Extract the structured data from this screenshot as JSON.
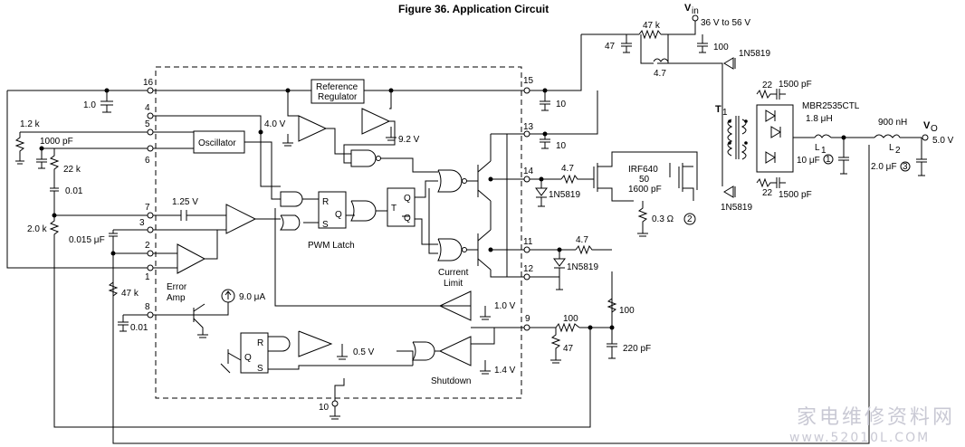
{
  "title": "Figure 36. Application Circuit",
  "ic": {
    "blocks": {
      "reference": [
        "Reference",
        "Regulator"
      ],
      "oscillator": "Oscillator",
      "pwm_latch": "PWM Latch",
      "error_amp": [
        "Error",
        "Amp"
      ],
      "current_limit": [
        "Current",
        "Limit"
      ],
      "shutdown": "Shutdown",
      "latch_r": "R",
      "latch_q": "Q",
      "latch_s": "S",
      "toggle_t": "T",
      "toggle_q": "Q",
      "toggle_qbar": "Q"
    },
    "pins": [
      "16",
      "4",
      "5",
      "6",
      "7",
      "3",
      "2",
      "1",
      "8",
      "15",
      "13",
      "14",
      "11",
      "12",
      "9",
      "10"
    ],
    "internal": {
      "v40": "4.0 V",
      "v92": "9.2 V",
      "v125": "1.25 V",
      "i90": "9.0 μA",
      "v05": "0.5 V",
      "v10": "1.0 V",
      "v14": "1.4 V"
    }
  },
  "components": {
    "c10_16": "1.0",
    "r12k": "1.2 k",
    "c1000p": "1000 pF",
    "r22k": "22 k",
    "c001a": "0.01",
    "r20k": "2.0 k",
    "c0015": "0.015 μF",
    "r47k": "47 k",
    "c001b": "0.01",
    "c15": "10",
    "c13": "10",
    "c47": "47",
    "r47k_top": "47 k",
    "c100": "100",
    "l47": "4.7",
    "vin": "V",
    "vin_sub": "in",
    "vin_range": "36 V to 56 V",
    "d_top": "1N5819",
    "r22_top": "22",
    "c1500_top": "1500 pF",
    "t1": "T",
    "t1_sub": "1",
    "mbr": "MBR2535CTL",
    "l1val": "1.8 μH",
    "l1": "L",
    "l1_sub": "1",
    "c10uf": "10 μF",
    "circ1": "1",
    "l2val": "900 nH",
    "l2": "L",
    "l2_sub": "2",
    "c20uf": "2.0 μF",
    "circ3": "3",
    "vo": "V",
    "vo_sub": "O",
    "vout": "5.0 V",
    "r47_14": "4.7",
    "d14": "1N5819",
    "irf": "IRF640",
    "r50": "50",
    "c1600": "1600 pF",
    "r03": "0.3 Ω",
    "circ2": "2",
    "r22_bot": "22",
    "c1500_bot": "1500 pF",
    "d_bot": "1N5819",
    "r47_11": "4.7",
    "d11": "1N5819",
    "r100a": "100",
    "r100b": "100",
    "c220": "220 pF",
    "r47_9": "47"
  },
  "watermark": {
    "cn": "家电维修资料网",
    "url": "www.52010L.COM"
  }
}
